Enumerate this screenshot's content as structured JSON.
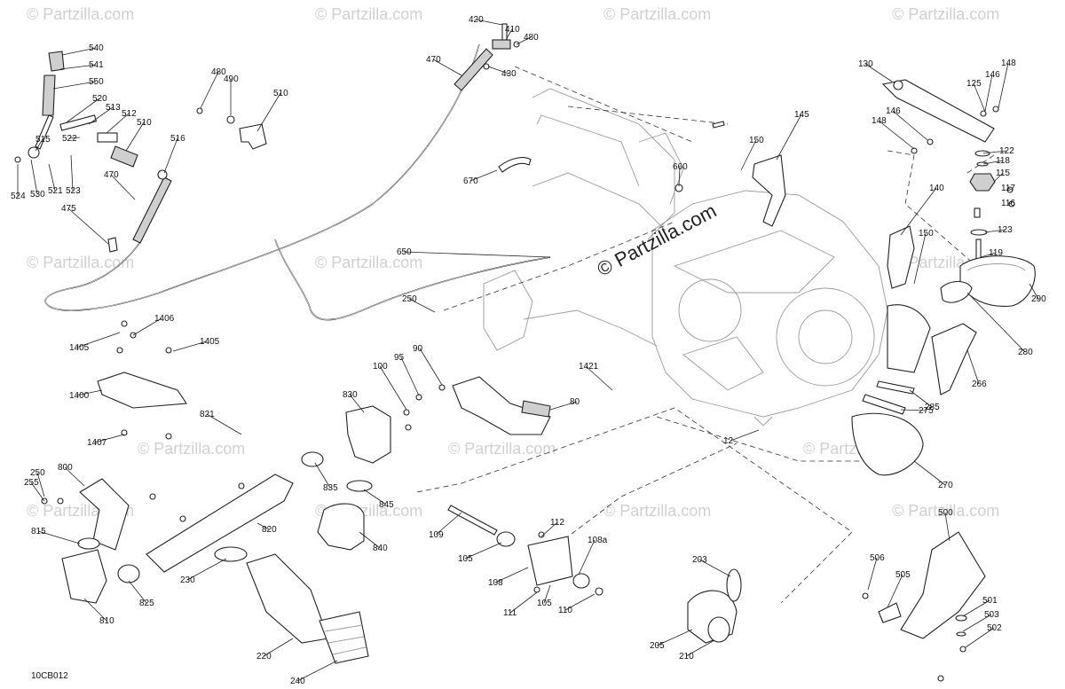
{
  "diagram": {
    "code": "10CB012",
    "watermark_center": "© Partzilla.com",
    "watermark_repeat": "© Partzilla.com",
    "callouts": [
      "540",
      "541",
      "550",
      "520",
      "513",
      "512",
      "510",
      "522",
      "515",
      "516",
      "524",
      "530",
      "521",
      "523",
      "470",
      "475",
      "480",
      "490",
      "510",
      "420",
      "410",
      "480",
      "430",
      "470",
      "670",
      "660",
      "150",
      "145",
      "130",
      "148",
      "146",
      "125",
      "148",
      "146",
      "122",
      "118",
      "115",
      "117",
      "116",
      "140",
      "123",
      "150",
      "119",
      "290",
      "280",
      "266",
      "285",
      "275",
      "270",
      "650",
      "250",
      "1406",
      "1405",
      "1405",
      "1400",
      "1407",
      "100",
      "95",
      "90",
      "80",
      "1421",
      "12",
      "821",
      "830",
      "835",
      "845",
      "840",
      "820",
      "800",
      "250",
      "255",
      "815",
      "810",
      "825",
      "230",
      "220",
      "240",
      "109",
      "112",
      "108a",
      "105",
      "108",
      "111",
      "105",
      "110",
      "203",
      "205",
      "210",
      "500",
      "506",
      "505",
      "501",
      "503",
      "502"
    ]
  }
}
